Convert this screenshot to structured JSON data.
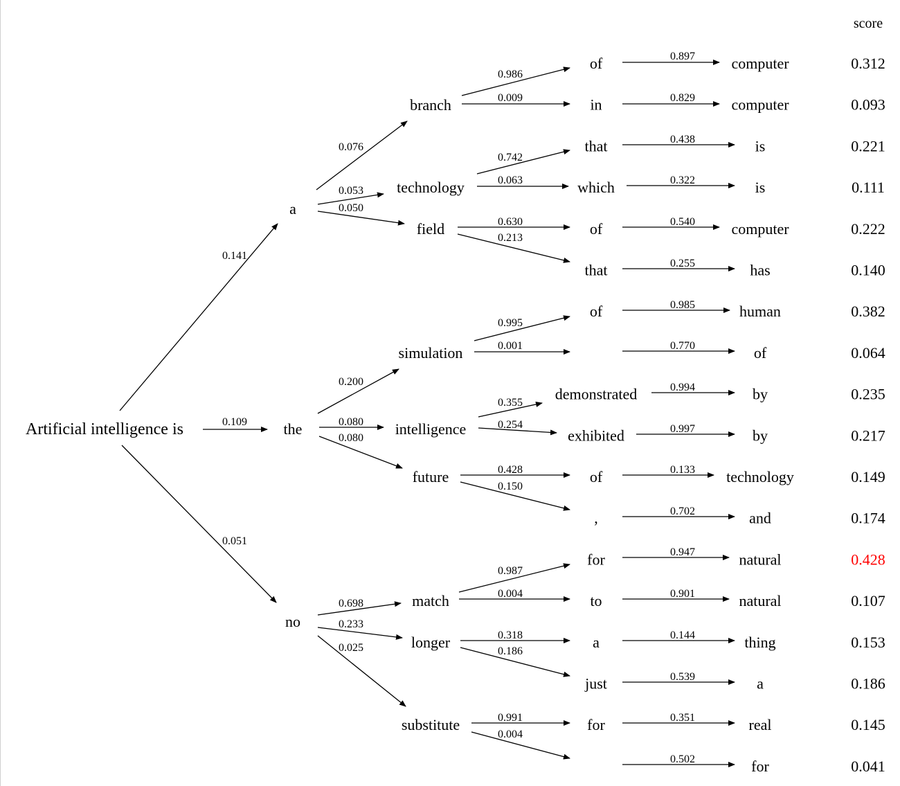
{
  "score_header": "score",
  "highlight_color": "#ff0000",
  "root": "Artificial intelligence is",
  "level1": [
    {
      "token": "a",
      "prob": "0.141"
    },
    {
      "token": "the",
      "prob": "0.109"
    },
    {
      "token": "no",
      "prob": "0.051"
    }
  ],
  "level2": [
    {
      "token": "branch",
      "prob": "0.076"
    },
    {
      "token": "technology",
      "prob": "0.053"
    },
    {
      "token": "field",
      "prob": "0.050"
    },
    {
      "token": "simulation",
      "prob": "0.200"
    },
    {
      "token": "intelligence",
      "prob": "0.080"
    },
    {
      "token": "future",
      "prob": "0.080"
    },
    {
      "token": "match",
      "prob": "0.698"
    },
    {
      "token": "longer",
      "prob": "0.233"
    },
    {
      "token": "substitute",
      "prob": "0.025"
    }
  ],
  "level3": [
    {
      "token": "of",
      "prob": "0.986"
    },
    {
      "token": "in",
      "prob": "0.009"
    },
    {
      "token": "that",
      "prob": "0.742"
    },
    {
      "token": "which",
      "prob": "0.063"
    },
    {
      "token": "of",
      "prob": "0.630"
    },
    {
      "token": "that",
      "prob": "0.213"
    },
    {
      "token": "of",
      "prob": "0.995"
    },
    {
      "token": "",
      "prob": "0.001"
    },
    {
      "token": "demonstrated",
      "prob": "0.355"
    },
    {
      "token": "exhibited",
      "prob": "0.254"
    },
    {
      "token": "of",
      "prob": "0.428"
    },
    {
      "token": ",",
      "prob": "0.150"
    },
    {
      "token": "for",
      "prob": "0.987"
    },
    {
      "token": "to",
      "prob": "0.004"
    },
    {
      "token": "a",
      "prob": "0.318"
    },
    {
      "token": "just",
      "prob": "0.186"
    },
    {
      "token": "for",
      "prob": "0.991"
    },
    {
      "token": "",
      "prob": "0.004"
    }
  ],
  "level4": [
    {
      "token": "computer",
      "prob": "0.897",
      "score": "0.312"
    },
    {
      "token": "computer",
      "prob": "0.829",
      "score": "0.093"
    },
    {
      "token": "is",
      "prob": "0.438",
      "score": "0.221"
    },
    {
      "token": "is",
      "prob": "0.322",
      "score": "0.111"
    },
    {
      "token": "computer",
      "prob": "0.540",
      "score": "0.222"
    },
    {
      "token": "has",
      "prob": "0.255",
      "score": "0.140"
    },
    {
      "token": "human",
      "prob": "0.985",
      "score": "0.382"
    },
    {
      "token": "of",
      "prob": "0.770",
      "score": "0.064"
    },
    {
      "token": "by",
      "prob": "0.994",
      "score": "0.235"
    },
    {
      "token": "by",
      "prob": "0.997",
      "score": "0.217"
    },
    {
      "token": "technology",
      "prob": "0.133",
      "score": "0.149"
    },
    {
      "token": "and",
      "prob": "0.702",
      "score": "0.174"
    },
    {
      "token": "natural",
      "prob": "0.947",
      "score": "0.428",
      "highlight": true
    },
    {
      "token": "natural",
      "prob": "0.901",
      "score": "0.107"
    },
    {
      "token": "thing",
      "prob": "0.144",
      "score": "0.153"
    },
    {
      "token": "a",
      "prob": "0.539",
      "score": "0.186"
    },
    {
      "token": "real",
      "prob": "0.351",
      "score": "0.145"
    },
    {
      "token": "for",
      "prob": "0.502",
      "score": "0.041"
    }
  ]
}
